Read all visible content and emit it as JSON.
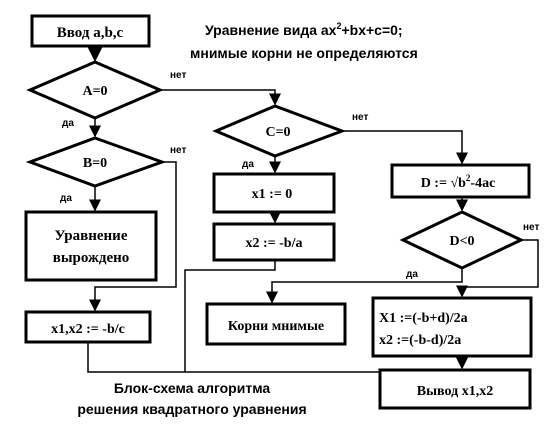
{
  "diagram": {
    "title_line1_prefix": "Уравнение вида ax",
    "title_line1_sup": "2",
    "title_line1_suffix": "+bx+c=0;",
    "title_line2": "мнимые корни не определяются",
    "caption_line1": "Блок-схема алгоритма",
    "caption_line2": "решения квадратного уравнения",
    "input_block": "Ввод a,b,c",
    "cond_a": "A=0",
    "cond_b": "B=0",
    "cond_c": "C=0",
    "cond_d": "D<0",
    "degenerate_line1": "Уравнение",
    "degenerate_line2": "вырождено",
    "x_single": "x1,x2 := -b/c",
    "x1_zero": "x1 := 0",
    "x2_ba": "x2 := -b/a",
    "discriminant_prefix": "D := √",
    "discriminant_expr": "b",
    "discriminant_sup": "2",
    "discriminant_suffix": "-4ac",
    "imaginary_roots": "Корни  мнимые",
    "x1_formula": "X1 :=(-b+d)/2a",
    "x2_formula": "x2 :=(-b-d)/2a",
    "output_block": "Вывод x1,x2",
    "yes": "да",
    "no": "нет"
  }
}
